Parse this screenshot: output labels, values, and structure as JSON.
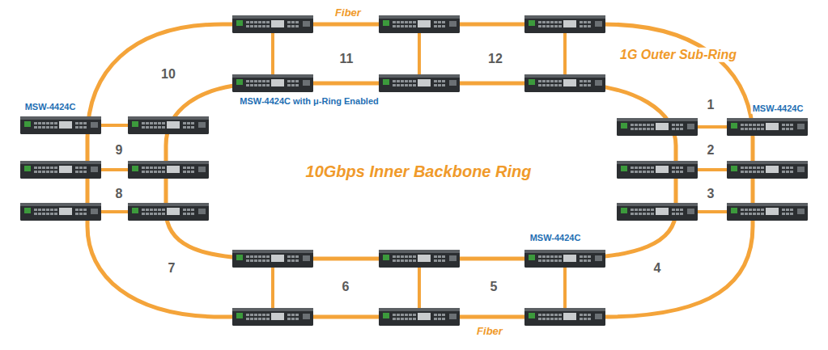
{
  "diagram": {
    "labels": [
      "Fiber",
      "10",
      "11",
      "12",
      "1G Outer Sub-Ring",
      "MSW-4424C",
      "MSW-4424C with μ-Ring Enabled",
      "MSW-4424C",
      "1",
      "9",
      "2",
      "10Gbps Inner Backbone Ring",
      "8",
      "3",
      "MSW-4424C",
      "7",
      "6",
      "5",
      "4",
      "Fiber"
    ]
  }
}
